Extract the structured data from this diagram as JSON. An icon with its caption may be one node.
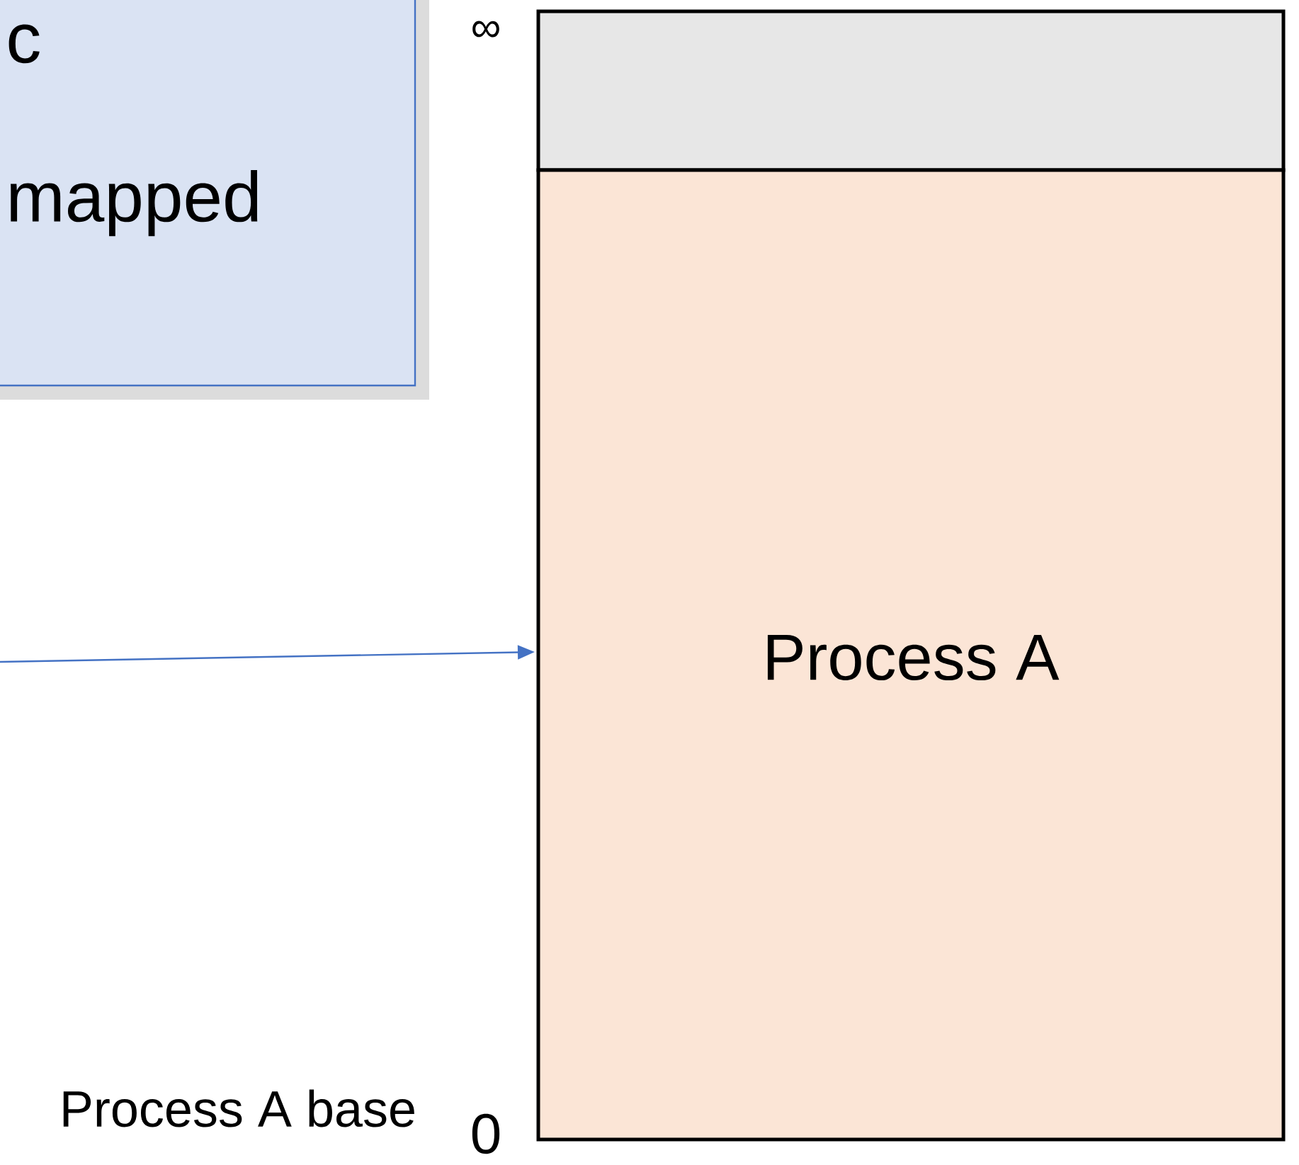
{
  "diagram": {
    "nodes": [
      {
        "text": [
          "c",
          "mapped"
        ]
      },
      {
        "text": [],
        "shape": "box"
      },
      {
        "text": [
          "Process A"
        ]
      }
    ],
    "edges": [
      {
        "from": null,
        "to": 2,
        "arrow": "to",
        "color": "#4472c4"
      }
    ],
    "labels": [
      "∞",
      "Process A base",
      "0"
    ]
  }
}
